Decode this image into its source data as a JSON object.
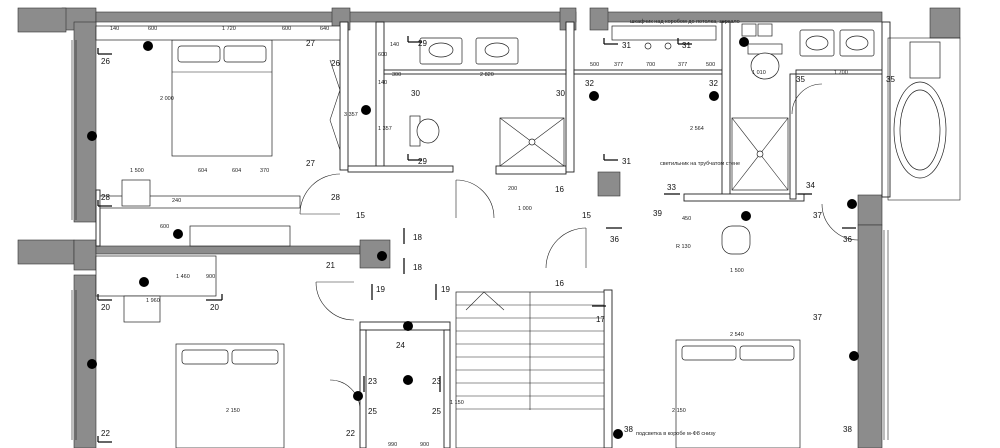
{
  "notes": {
    "cabinet_note": "шкафчик над коробом до потолка, зеркало",
    "lighting_note": "светильник на трубчатом стене",
    "bottom_note": "подсветка в коробе м-Ф8 снизу",
    "radius_label": "R 130"
  },
  "markers": [
    {
      "id": "m26a",
      "text": "26"
    },
    {
      "id": "m27a",
      "text": "27"
    },
    {
      "id": "m26b",
      "text": "26"
    },
    {
      "id": "m29a",
      "text": "29"
    },
    {
      "id": "m30a",
      "text": "30"
    },
    {
      "id": "m30b",
      "text": "30"
    },
    {
      "id": "m29b",
      "text": "29"
    },
    {
      "id": "m27b",
      "text": "27"
    },
    {
      "id": "m28a",
      "text": "28"
    },
    {
      "id": "m28b",
      "text": "28"
    },
    {
      "id": "m15a",
      "text": "15"
    },
    {
      "id": "m16a",
      "text": "16"
    },
    {
      "id": "m15b",
      "text": "15"
    },
    {
      "id": "m31a",
      "text": "31"
    },
    {
      "id": "m32a",
      "text": "32"
    },
    {
      "id": "m31b",
      "text": "31"
    },
    {
      "id": "m31c",
      "text": "31"
    },
    {
      "id": "m32b",
      "text": "32"
    },
    {
      "id": "m33",
      "text": "33"
    },
    {
      "id": "m34",
      "text": "34"
    },
    {
      "id": "m35a",
      "text": "35"
    },
    {
      "id": "m35b",
      "text": "35"
    },
    {
      "id": "m36a",
      "text": "36"
    },
    {
      "id": "m37a",
      "text": "37"
    },
    {
      "id": "m39",
      "text": "39"
    },
    {
      "id": "m36b",
      "text": "36"
    },
    {
      "id": "m18a",
      "text": "18"
    },
    {
      "id": "m18b",
      "text": "18"
    },
    {
      "id": "m21",
      "text": "21"
    },
    {
      "id": "m19a",
      "text": "19"
    },
    {
      "id": "m19b",
      "text": "19"
    },
    {
      "id": "m16b",
      "text": "16"
    },
    {
      "id": "m17",
      "text": "17"
    },
    {
      "id": "m37b",
      "text": "37"
    },
    {
      "id": "m20a",
      "text": "20"
    },
    {
      "id": "m20b",
      "text": "20"
    },
    {
      "id": "m24",
      "text": "24"
    },
    {
      "id": "m23a",
      "text": "23"
    },
    {
      "id": "m23b",
      "text": "23"
    },
    {
      "id": "m25a",
      "text": "25"
    },
    {
      "id": "m25b",
      "text": "25"
    },
    {
      "id": "m22a",
      "text": "22"
    },
    {
      "id": "m22b",
      "text": "22"
    },
    {
      "id": "m38a",
      "text": "38"
    },
    {
      "id": "m38b",
      "text": "38"
    }
  ],
  "dimensions": [
    {
      "id": "d1",
      "text": "140"
    },
    {
      "id": "d2",
      "text": "600"
    },
    {
      "id": "d3",
      "text": "1 720"
    },
    {
      "id": "d4",
      "text": "600"
    },
    {
      "id": "d5",
      "text": "640"
    },
    {
      "id": "d6",
      "text": "140"
    },
    {
      "id": "d7",
      "text": "2 820"
    },
    {
      "id": "d8",
      "text": "300"
    },
    {
      "id": "d9",
      "text": "600"
    },
    {
      "id": "d10",
      "text": "140"
    },
    {
      "id": "d11",
      "text": "2 000"
    },
    {
      "id": "d12",
      "text": "3 357"
    },
    {
      "id": "d13",
      "text": "1 357"
    },
    {
      "id": "d14",
      "text": "1 500"
    },
    {
      "id": "d15",
      "text": "604"
    },
    {
      "id": "d16",
      "text": "604"
    },
    {
      "id": "d17",
      "text": "370"
    },
    {
      "id": "d18",
      "text": "1 000"
    },
    {
      "id": "d19",
      "text": "500"
    },
    {
      "id": "d20",
      "text": "377"
    },
    {
      "id": "d21",
      "text": "700"
    },
    {
      "id": "d22",
      "text": "377"
    },
    {
      "id": "d23",
      "text": "500"
    },
    {
      "id": "d24",
      "text": "1 010"
    },
    {
      "id": "d25",
      "text": "1 700"
    },
    {
      "id": "d26",
      "text": "2 564"
    },
    {
      "id": "d27",
      "text": "1 500"
    },
    {
      "id": "d28",
      "text": "1 960"
    },
    {
      "id": "d29",
      "text": "2 150"
    },
    {
      "id": "d30",
      "text": "2 150"
    },
    {
      "id": "d31",
      "text": "2 540"
    },
    {
      "id": "d32",
      "text": "990"
    },
    {
      "id": "d33",
      "text": "900"
    },
    {
      "id": "d34",
      "text": "1 150"
    },
    {
      "id": "d35",
      "text": "200"
    },
    {
      "id": "d36",
      "text": "450"
    },
    {
      "id": "d37",
      "text": "240"
    },
    {
      "id": "d38",
      "text": "600"
    },
    {
      "id": "d39",
      "text": "1 460"
    },
    {
      "id": "d40",
      "text": "900"
    }
  ]
}
